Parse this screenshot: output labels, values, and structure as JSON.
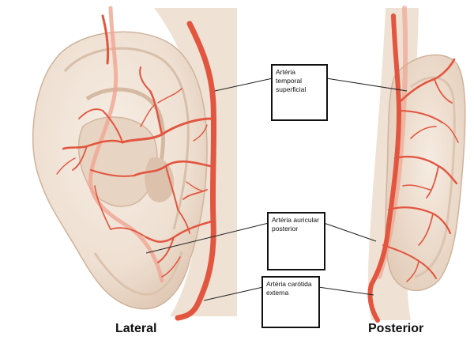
{
  "labels": [
    {
      "id": "superficial-temporal",
      "line1": "Artéria temporal",
      "line2": "superficial"
    },
    {
      "id": "posterior-auricular",
      "line1": "Artéria auricular",
      "line2": "posterior"
    },
    {
      "id": "external-carotid",
      "line1": "Artéria carótida",
      "line2": "externa"
    }
  ],
  "views": {
    "lateral": "Lateral",
    "posterior": "Posterior"
  },
  "colors": {
    "artery": "#e2553f",
    "artery_light": "#f0a592",
    "skin": "#f3e6da",
    "skin_shadow": "#e2cbb8",
    "outline": "#c9ad97"
  }
}
